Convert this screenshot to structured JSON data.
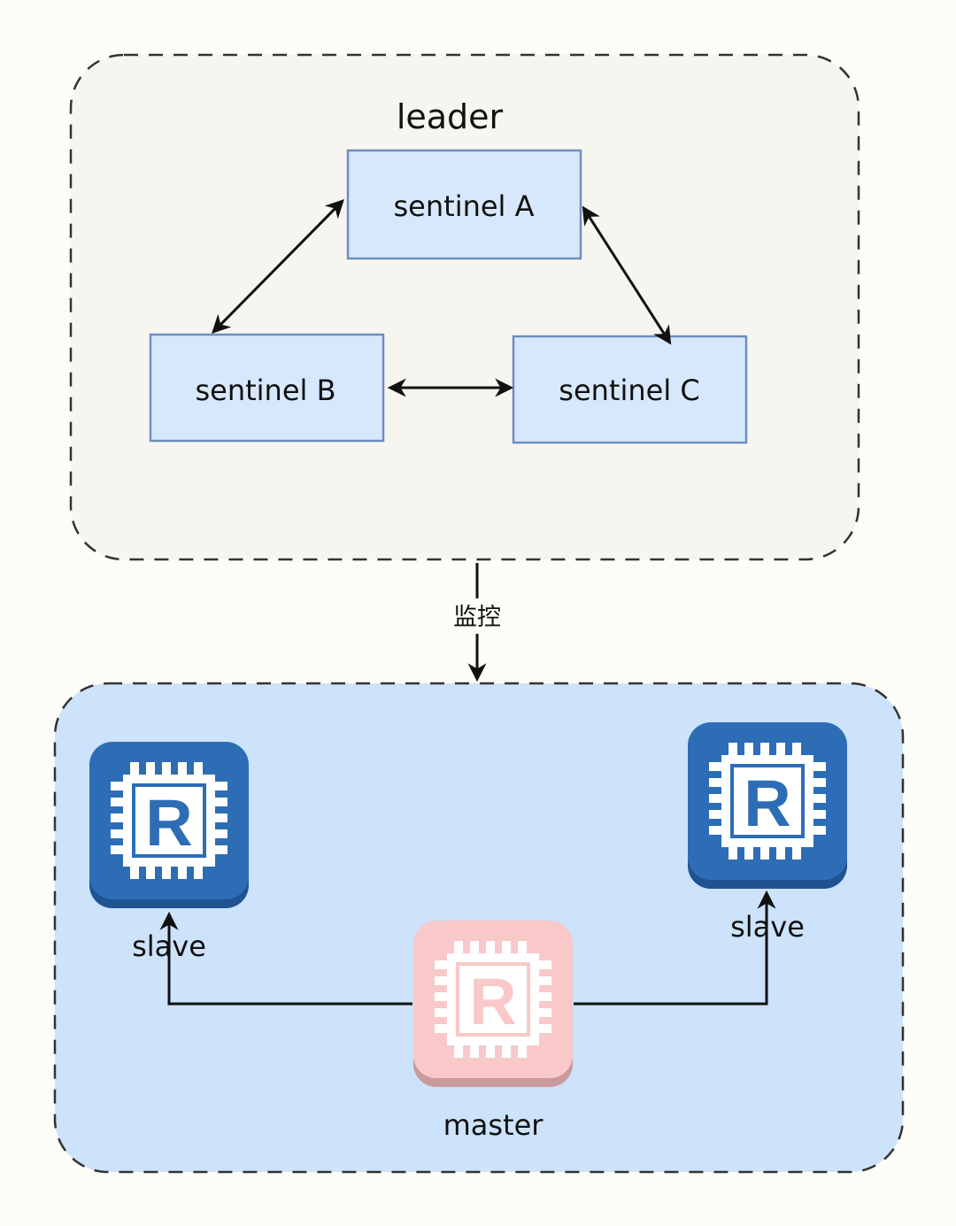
{
  "sentinel_group": {
    "label": "leader",
    "nodes": [
      {
        "id": "A",
        "label": "sentinel A"
      },
      {
        "id": "B",
        "label": "sentinel B"
      },
      {
        "id": "C",
        "label": "sentinel C"
      }
    ]
  },
  "monitor_edge": {
    "label": "监控"
  },
  "redis_group": {
    "master": {
      "label": "master",
      "icon": "redis-chip-icon",
      "color": "#f8c9c8"
    },
    "slaves": [
      {
        "label": "slave",
        "icon": "redis-chip-icon",
        "color": "#2d6db5"
      },
      {
        "label": "slave",
        "icon": "redis-chip-icon",
        "color": "#2d6db5"
      }
    ]
  },
  "colors": {
    "sentinel_group_fill": "#f7f5ef",
    "redis_group_fill": "#cce3fb",
    "sentinel_box_fill": "#d8e8fc",
    "sentinel_box_stroke": "#6c8ebf",
    "slave_icon_fill": "#2d6db5",
    "master_icon_fill": "#f8c9c8"
  }
}
